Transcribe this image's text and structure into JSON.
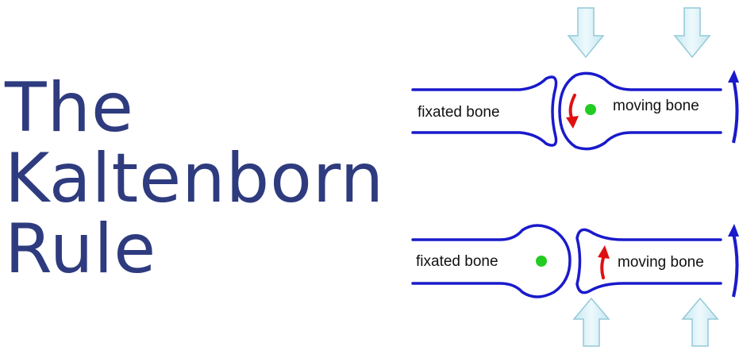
{
  "title": {
    "line1": "The",
    "line2": "Kaltenborn",
    "line3": "Rule"
  },
  "top_diagram": {
    "fixated_label": "fixated bone",
    "moving_label": "moving bone",
    "force_arrows": "down",
    "glide_arrow": "down"
  },
  "bottom_diagram": {
    "fixated_label": "fixated bone",
    "moving_label": "moving bone",
    "force_arrows": "up",
    "glide_arrow": "up"
  },
  "colors": {
    "title": "#2e3b7e",
    "bone_outline": "#1a1acc",
    "force_arrow_fill": "#d8f1f7",
    "force_arrow_stroke": "#93c9d8",
    "glide_arrow": "#e01010",
    "axis_dot": "#22cc22"
  }
}
